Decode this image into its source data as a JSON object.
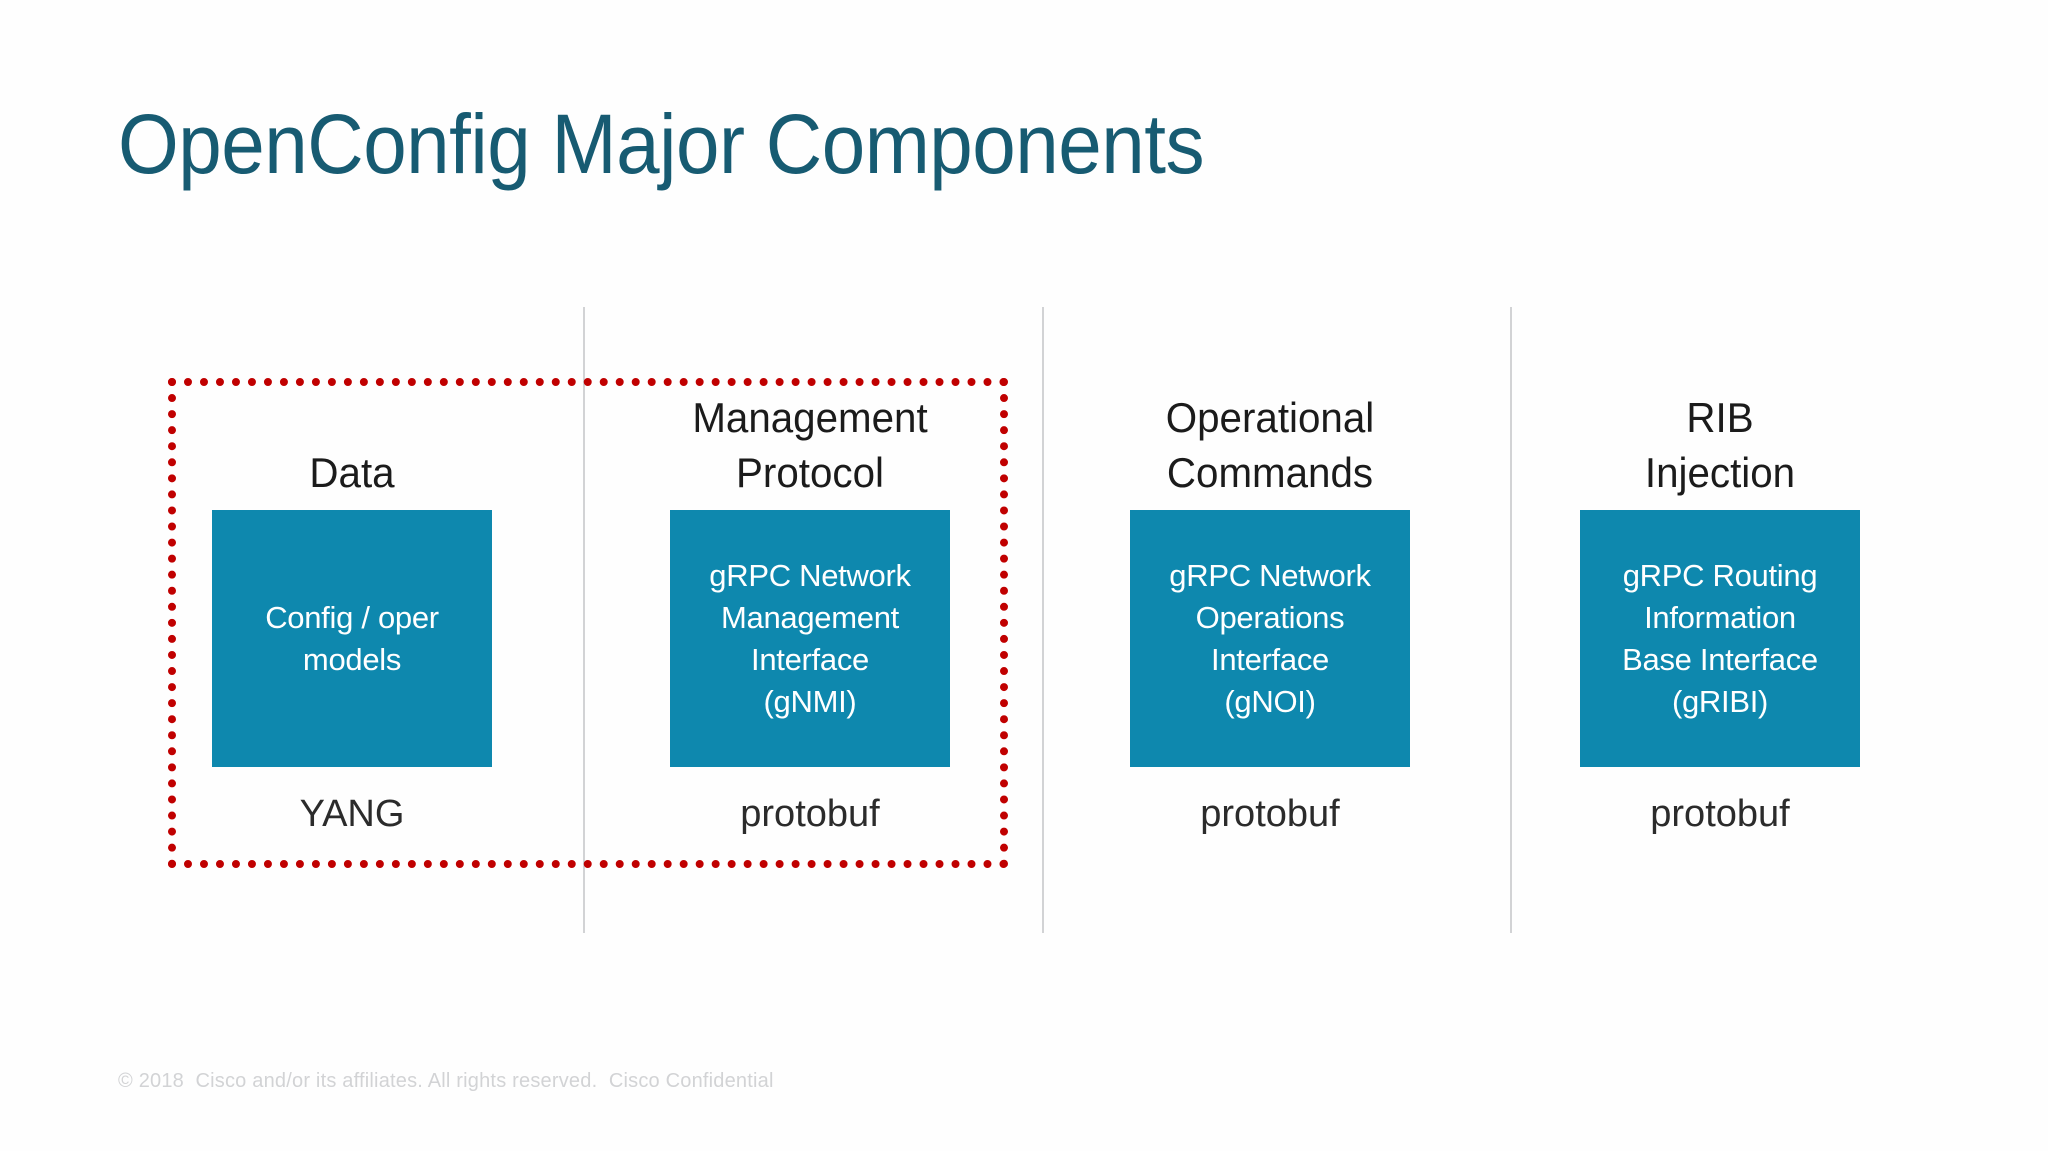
{
  "slide": {
    "title": "OpenConfig Major Components",
    "footer": "© 2018  Cisco and/or its affiliates. All rights reserved.  Cisco Confidential",
    "background_color": "#ffffff",
    "title_color": "#175b72",
    "box_color": "#0e88ae",
    "highlight_color": "#c00000",
    "divider_color": "#d2d3d5"
  },
  "columns": [
    {
      "heading": "Data",
      "box_text": "Config / oper\nmodels",
      "footer": "YANG",
      "highlighted": true
    },
    {
      "heading": "Management\nProtocol",
      "box_text": "gRPC Network\nManagement\nInterface\n(gNMI)",
      "footer": "protobuf",
      "highlighted": true
    },
    {
      "heading": "Operational\nCommands",
      "box_text": "gRPC Network\nOperations\nInterface\n(gNOI)",
      "footer": "protobuf",
      "highlighted": false
    },
    {
      "heading": "RIB\nInjection",
      "box_text": "gRPC Routing\nInformation\nBase Interface\n(gRIBI)",
      "footer": "protobuf",
      "highlighted": false
    }
  ],
  "dividers": [
    583,
    1042,
    1510
  ]
}
